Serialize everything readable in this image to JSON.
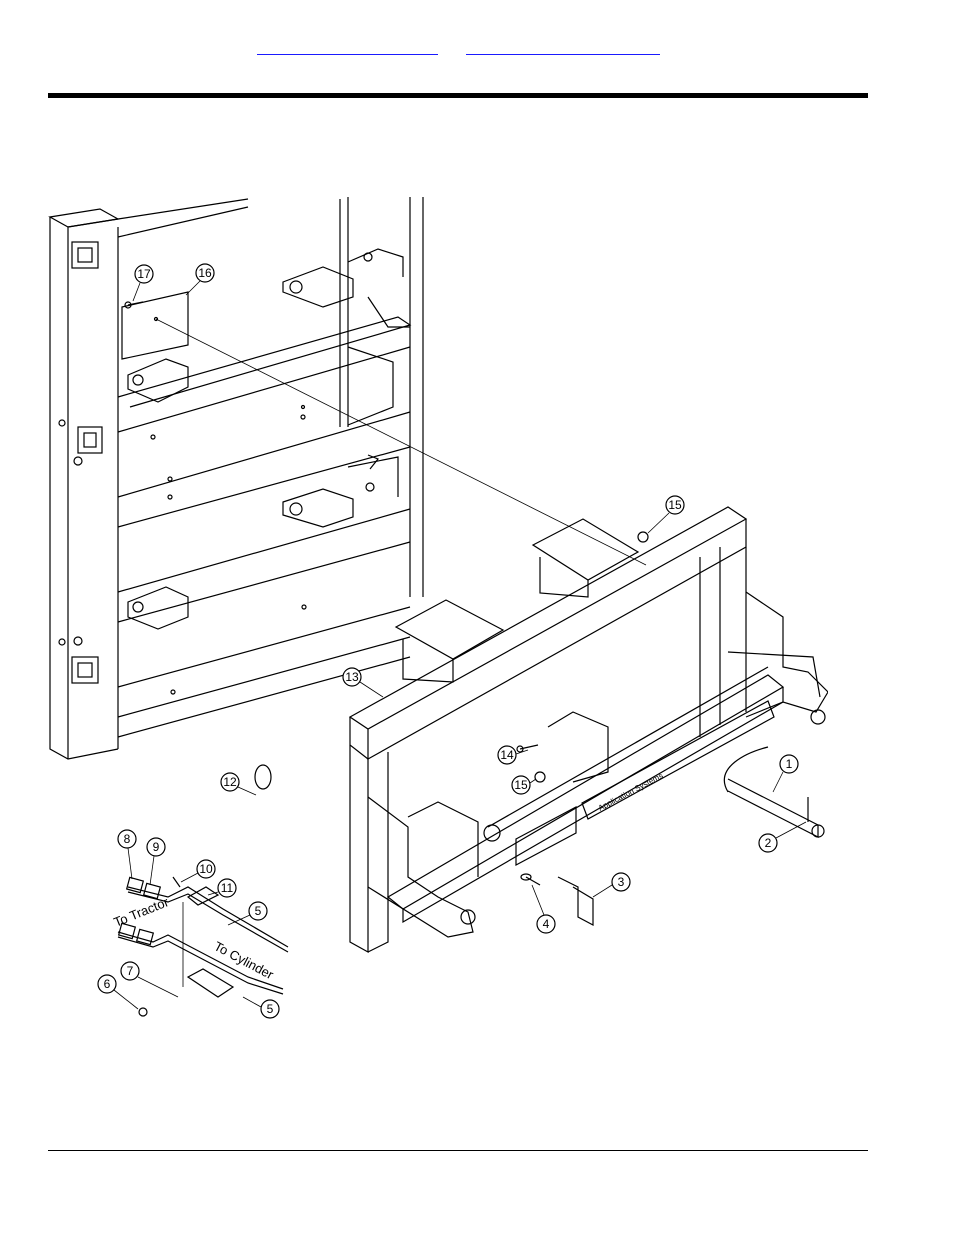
{
  "header": {
    "links": [
      "",
      ""
    ]
  },
  "drawing": {
    "labels": {
      "to_tractor": "To Tractor",
      "to_cylinder": "To Cylinder",
      "decal_brand": "Application Systems"
    },
    "callouts": [
      "1",
      "2",
      "3",
      "4",
      "5",
      "5",
      "6",
      "7",
      "8",
      "9",
      "10",
      "11",
      "12",
      "13",
      "14",
      "15",
      "15",
      "16",
      "17"
    ]
  }
}
